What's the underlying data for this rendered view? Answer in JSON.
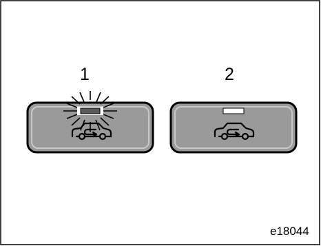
{
  "labels": {
    "button_1": "1",
    "button_2": "2"
  },
  "figure_code": "e18044",
  "buttons": [
    {
      "id": "1",
      "indicator": "on",
      "icon": "car-recirculation-icon"
    },
    {
      "id": "2",
      "indicator": "off",
      "icon": "car-recirculation-icon"
    }
  ],
  "colors": {
    "button_fill": "#9a9a9a",
    "button_outline": "#000000",
    "indicator_lit": "#5a5a5a",
    "indicator_off": "#ffffff"
  }
}
